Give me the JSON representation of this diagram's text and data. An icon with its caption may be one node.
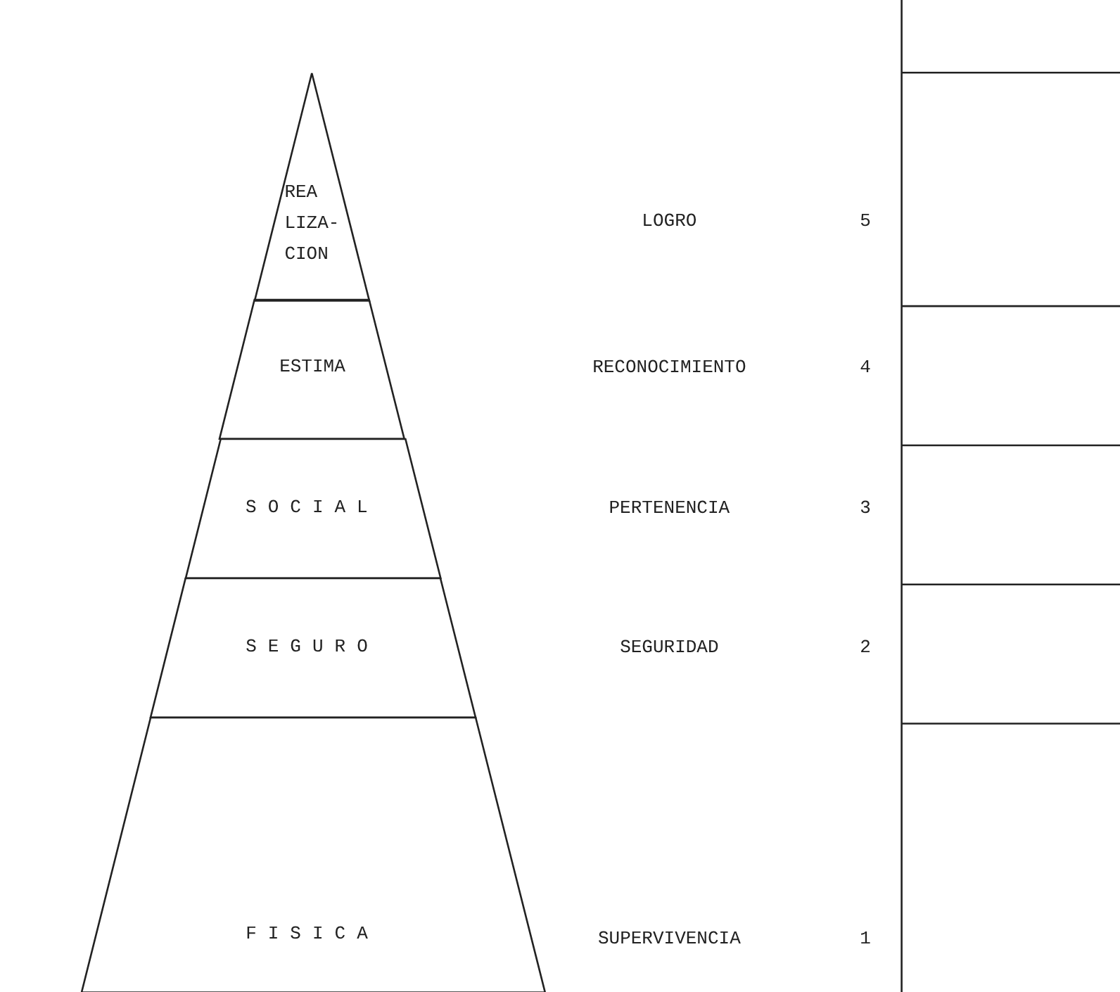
{
  "diagram": {
    "nodes": [
      {
        "text": [
          "REA LIZA- CION"
        ]
      },
      {
        "text": [
          "ESTIMA"
        ]
      },
      {
        "text": [
          "SOCIAL"
        ]
      },
      {
        "text": [
          "SEGURO"
        ]
      },
      {
        "text": [
          "FISICA"
        ]
      }
    ],
    "labels": [
      "LOGRO",
      "5",
      "RECONOCIMIENTO",
      "4",
      "PERTENENCIA",
      "3",
      "SEGURIDAD",
      "2",
      "SUPERVIVENCIA",
      "1"
    ]
  }
}
